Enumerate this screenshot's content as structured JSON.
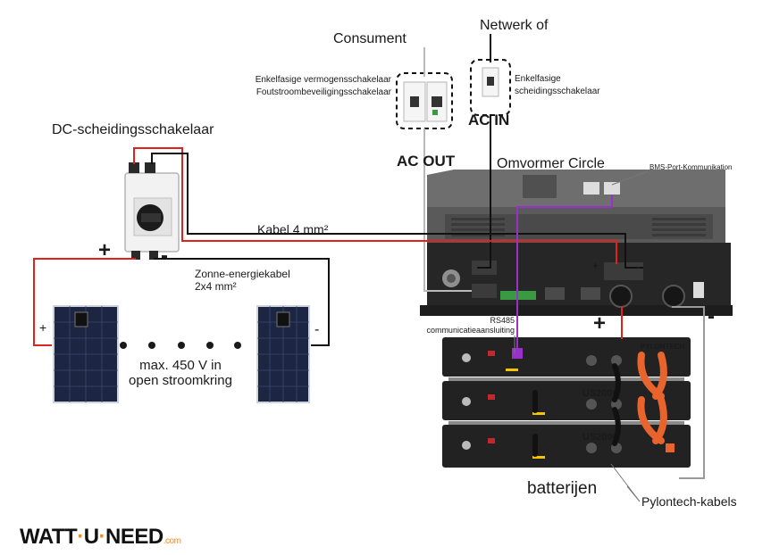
{
  "labels": {
    "consumer": "Consument",
    "network": "Netwerk of",
    "breaker_out_1": "Enkelfasige vermogensschakelaar",
    "breaker_out_2": "Foutstroombeveiligingsschakelaar",
    "breaker_in_1": "Enkelfasige",
    "breaker_in_2": "scheidingsschakelaar",
    "ac_in": "AC IN",
    "ac_out": "AC OUT",
    "dc_switch": "DC-scheidingsschakelaar",
    "inverter": "Omvormer Circle",
    "bms": "BMS-Port-Kommunikation",
    "cable_4": "Kabel 4 mm²",
    "solar_cable_1": "Zonne-energiekabel",
    "solar_cable_2": "2x4 mm²",
    "max_v_1": "max. 450 V in",
    "max_v_2": "open stroomkring",
    "rs485_1": "RS485",
    "rs485_2": "communicatieaansluiting",
    "batteries": "batterijen",
    "pylontech_cables": "Pylontech-kabels",
    "plus": "+",
    "minus": "-"
  },
  "battery_labels": {
    "brand": "PYLONTECH",
    "model_2": "US2000",
    "model_3": "US2000"
  },
  "logo": {
    "part1": "WATT",
    "sep": "·",
    "part2": "U",
    "part3": "NEED",
    "suffix": ".com"
  },
  "colors": {
    "positive": "#e0211c",
    "negative": "#111111",
    "comm": "#9b30c8",
    "ac": "#b9b9b9",
    "battery_connector": "#e8642c"
  }
}
